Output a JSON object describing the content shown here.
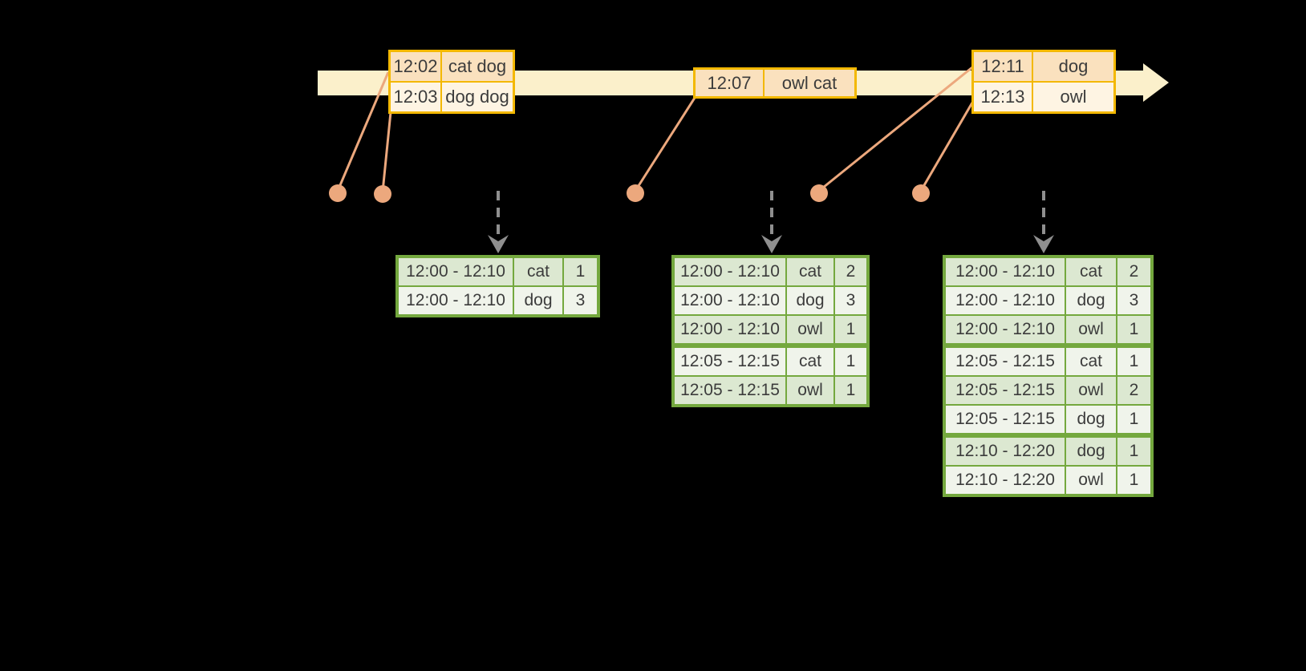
{
  "event_tables": [
    {
      "rows": [
        {
          "time": "12:02",
          "words": "cat dog"
        },
        {
          "time": "12:03",
          "words": "dog dog"
        }
      ]
    },
    {
      "rows": [
        {
          "time": "12:07",
          "words": "owl cat"
        }
      ]
    },
    {
      "rows": [
        {
          "time": "12:11",
          "words": "dog"
        },
        {
          "time": "12:13",
          "words": "owl"
        }
      ]
    }
  ],
  "result_tables": [
    {
      "rows": [
        {
          "window": "12:00 - 12:10",
          "word": "cat",
          "count": "1"
        },
        {
          "window": "12:00 - 12:10",
          "word": "dog",
          "count": "3"
        }
      ]
    },
    {
      "rows": [
        {
          "window": "12:00 - 12:10",
          "word": "cat",
          "count": "2"
        },
        {
          "window": "12:00 - 12:10",
          "word": "dog",
          "count": "3"
        },
        {
          "window": "12:00 - 12:10",
          "word": "owl",
          "count": "1"
        },
        {
          "window": "12:05 - 12:15",
          "word": "cat",
          "count": "1"
        },
        {
          "window": "12:05 - 12:15",
          "word": "owl",
          "count": "1"
        }
      ]
    },
    {
      "rows": [
        {
          "window": "12:00 - 12:10",
          "word": "cat",
          "count": "2"
        },
        {
          "window": "12:00 - 12:10",
          "word": "dog",
          "count": "3"
        },
        {
          "window": "12:00 - 12:10",
          "word": "owl",
          "count": "1"
        },
        {
          "window": "12:05 - 12:15",
          "word": "cat",
          "count": "1"
        },
        {
          "window": "12:05 - 12:15",
          "word": "owl",
          "count": "2"
        },
        {
          "window": "12:05 - 12:15",
          "word": "dog",
          "count": "1"
        },
        {
          "window": "12:10 - 12:20",
          "word": "dog",
          "count": "1"
        },
        {
          "window": "12:10 - 12:20",
          "word": "owl",
          "count": "1"
        }
      ]
    }
  ],
  "colors": {
    "background": "#000000",
    "timeline_fill": "#FBF0CB",
    "event_border": "#F3B800",
    "event_row_peach": "#FAE1BE",
    "event_row_cream": "#FEF4E3",
    "connector": "#ECA87D",
    "trigger_arrow": "#8F8F8F",
    "result_border": "#74A83E",
    "result_row_dark": "#DCE8D1",
    "result_row_light": "#F0F4EB",
    "text": "#3C3C3C"
  }
}
